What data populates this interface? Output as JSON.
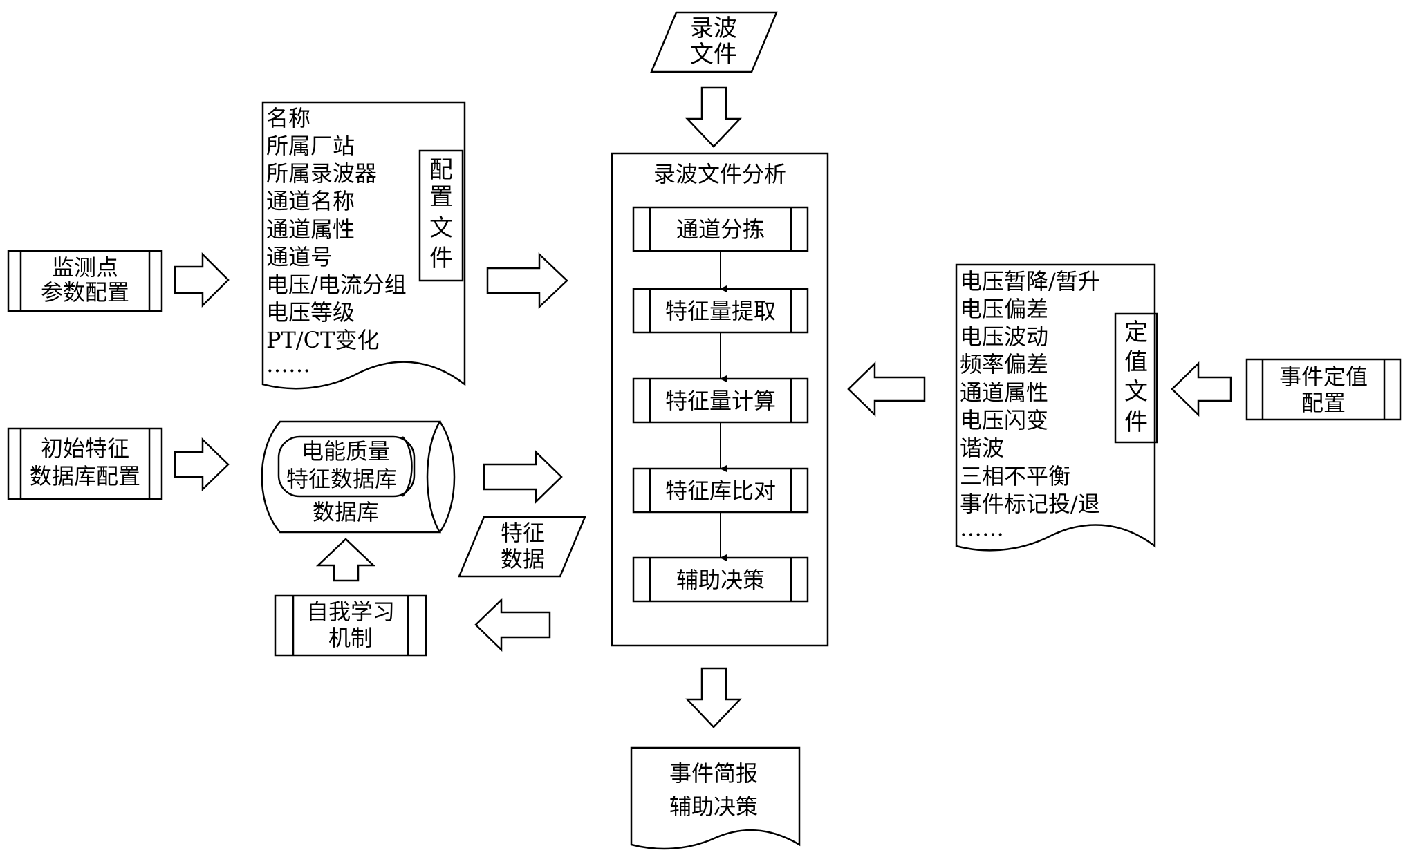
{
  "wave_file_input": {
    "line1": "录波",
    "line2": "文件"
  },
  "monitoring_point": {
    "line1": "监测点",
    "line2": "参数配置"
  },
  "initial_feature_db": {
    "line1": "初始特征",
    "line2": "数据库配置"
  },
  "config_file": {
    "tag": [
      "配",
      "置",
      "文",
      "件"
    ],
    "items": [
      "名称",
      "所属厂站",
      "所属录波器",
      "通道名称",
      "通道属性",
      "通道号",
      "电压/电流分组",
      "电压等级",
      "PT/CT变化",
      "……"
    ]
  },
  "database": {
    "inner_line1": "电能质量",
    "inner_line2": "特征数据库",
    "label": "数据库"
  },
  "feature_data": {
    "line1": "特征",
    "line2": "数据"
  },
  "self_learning": {
    "line1": "自我学习",
    "line2": "机制"
  },
  "analysis": {
    "title": "录波文件分析",
    "steps": [
      "通道分拣",
      "特征量提取",
      "特征量计算",
      "特征库比对",
      "辅助决策"
    ]
  },
  "setting_file": {
    "tag": [
      "定",
      "值",
      "文",
      "件"
    ],
    "items": [
      "电压暂降/暂升",
      "电压偏差",
      "电压波动",
      "频率偏差",
      "通道属性",
      "电压闪变",
      "谐波",
      "三相不平衡",
      "事件标记投/退",
      "……"
    ]
  },
  "event_setting": {
    "line1": "事件定值",
    "line2": "配置"
  },
  "report": {
    "line1": "事件简报",
    "line2": "辅助决策"
  }
}
